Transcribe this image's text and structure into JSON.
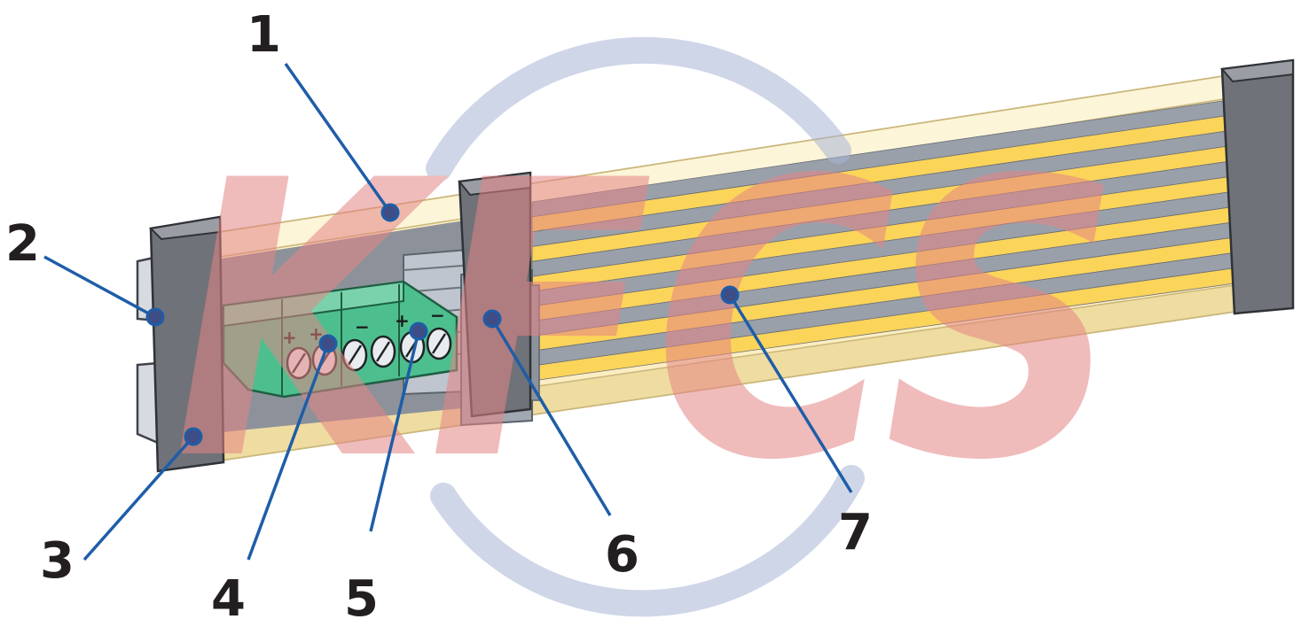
{
  "colors": {
    "rail_cream": "#fbeec3",
    "rail_cream_dark": "#efdca0",
    "conductor_yellow": "#fbd45a",
    "insulator_gray": "#9aa0aa",
    "end_cap_gray": "#6f7278",
    "terminal_green": "#4dbf8f",
    "terminal_green_dark": "#2f8f66",
    "connector_gray": "#a9b0bb",
    "leader_blue": "#1e5da8",
    "dot_fill": "#3f4d86",
    "watermark_red": "#e58585",
    "watermark_blue": "#a8b5d4"
  },
  "watermark": {
    "text": "KFCS"
  },
  "terminal_block": {
    "signs": [
      "+",
      "+",
      "−",
      "+",
      "−"
    ]
  },
  "callouts": [
    {
      "number": "1",
      "target": "rail housing"
    },
    {
      "number": "2",
      "target": "mounting clip"
    },
    {
      "number": "3",
      "target": "end cap"
    },
    {
      "number": "4",
      "target": "terminal block"
    },
    {
      "number": "5",
      "target": "terminal screw"
    },
    {
      "number": "6",
      "target": "connector"
    },
    {
      "number": "7",
      "target": "conductor strips"
    }
  ]
}
